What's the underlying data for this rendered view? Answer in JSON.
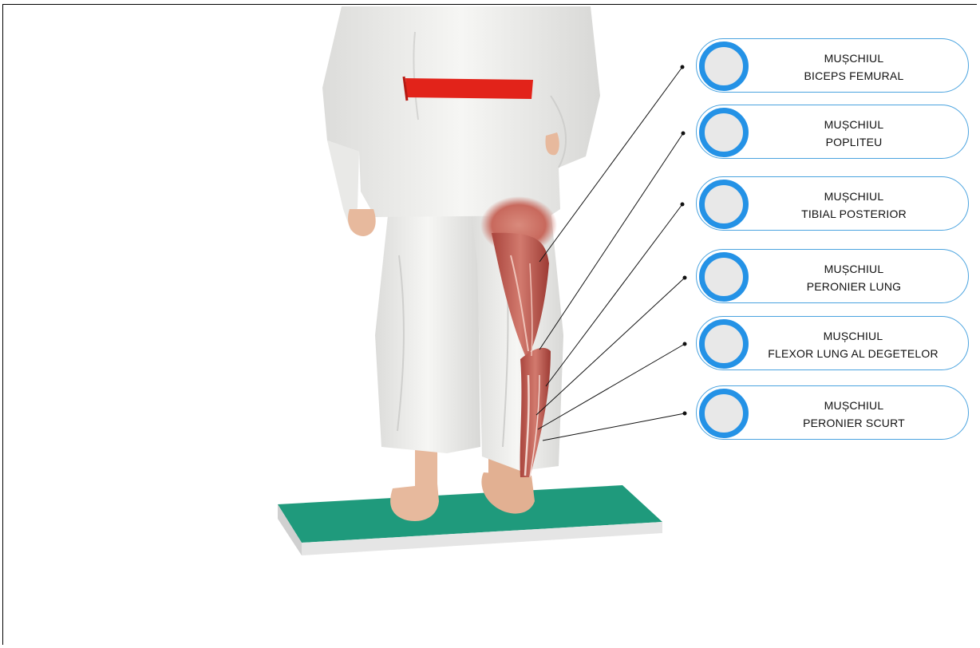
{
  "colors": {
    "card_border": "#4aa3df",
    "circle_ring": "#2492e6",
    "circle_fill": "#e8e8e8",
    "gi": "#f0f0ee",
    "belt": "#e2231a",
    "muscle": "#c0584f",
    "mat_top": "#1f9a7c",
    "mat_side": "#e5e5e5"
  },
  "labels": [
    {
      "line1": "MUȘCHIUL",
      "line2": "BICEPS FEMURAL"
    },
    {
      "line1": "MUȘCHIUL",
      "line2": "POPLITEU"
    },
    {
      "line1": "MUȘCHIUL",
      "line2": "TIBIAL POSTERIOR"
    },
    {
      "line1": "MUȘCHIUL",
      "line2": "PERONIER LUNG"
    },
    {
      "line1": "MUȘCHIUL",
      "line2": "FLEXOR LUNG AL DEGETELOR"
    },
    {
      "line1": "MUȘCHIUL",
      "line2": "PERONIER SCURT"
    }
  ]
}
